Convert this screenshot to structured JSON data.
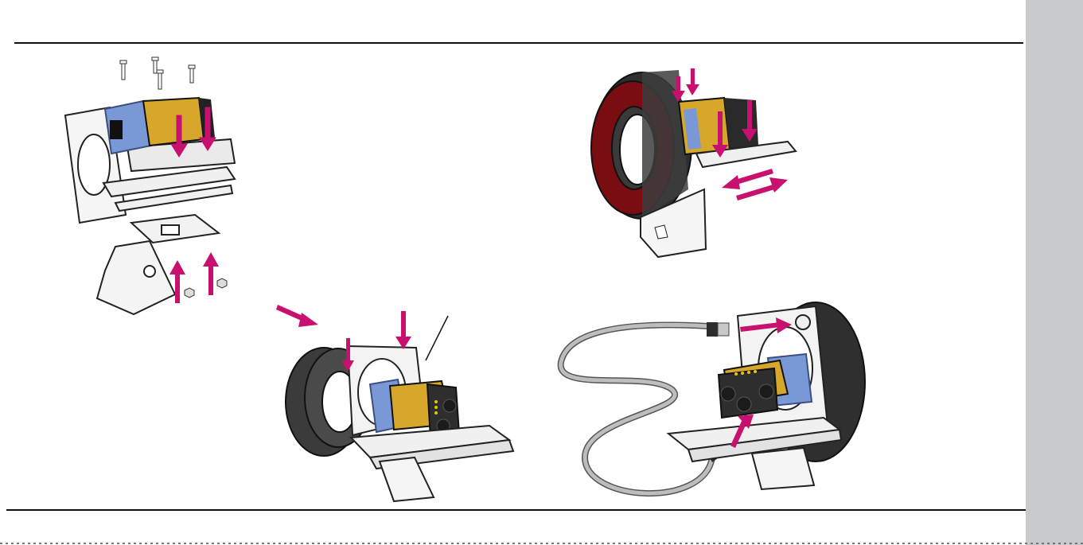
{
  "page": {
    "type": "assembly-instructions",
    "steps": [
      "step-1-mount-camera",
      "step-2-attach-light-ring",
      "step-3-slide-light",
      "step-4-connect-cable"
    ]
  },
  "colors": {
    "arrow": "#c8106e",
    "camera_body": "#d7a72b",
    "camera_lens": "#6f8fd1",
    "light_ring_face": "#7a0d12",
    "light_ring_body": "#3a3a3a",
    "bracket": "#f4f4f4",
    "cable": "#b8b8b8",
    "side_tab": "#c9cacc"
  }
}
